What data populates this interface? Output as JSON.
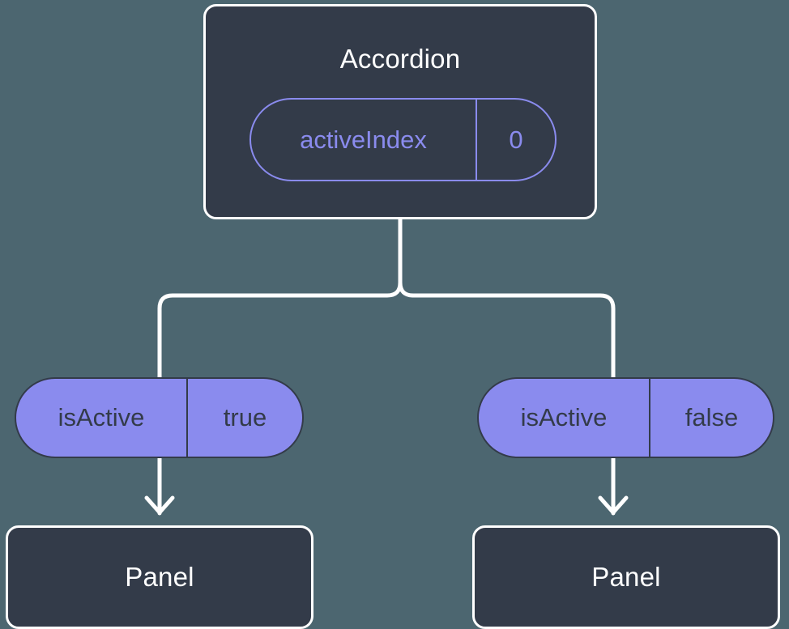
{
  "theme": {
    "background": "#4c6670",
    "card_fill": "#333b49",
    "card_border": "#ffffff",
    "accent_purple": "#8a8bee",
    "connector": "#ffffff"
  },
  "diagram": {
    "type": "component-tree",
    "root": {
      "title": "Accordion",
      "state_pill": {
        "key": "activeIndex",
        "value": "0"
      }
    },
    "children": [
      {
        "prop_pill": {
          "key": "isActive",
          "value": "true"
        },
        "title": "Panel"
      },
      {
        "prop_pill": {
          "key": "isActive",
          "value": "false"
        },
        "title": "Panel"
      }
    ]
  },
  "connectors": {
    "fork_label": "parent-to-children-fork",
    "arrow_left_label": "prop-to-panel-arrow-left",
    "arrow_right_label": "prop-to-panel-arrow-right"
  }
}
